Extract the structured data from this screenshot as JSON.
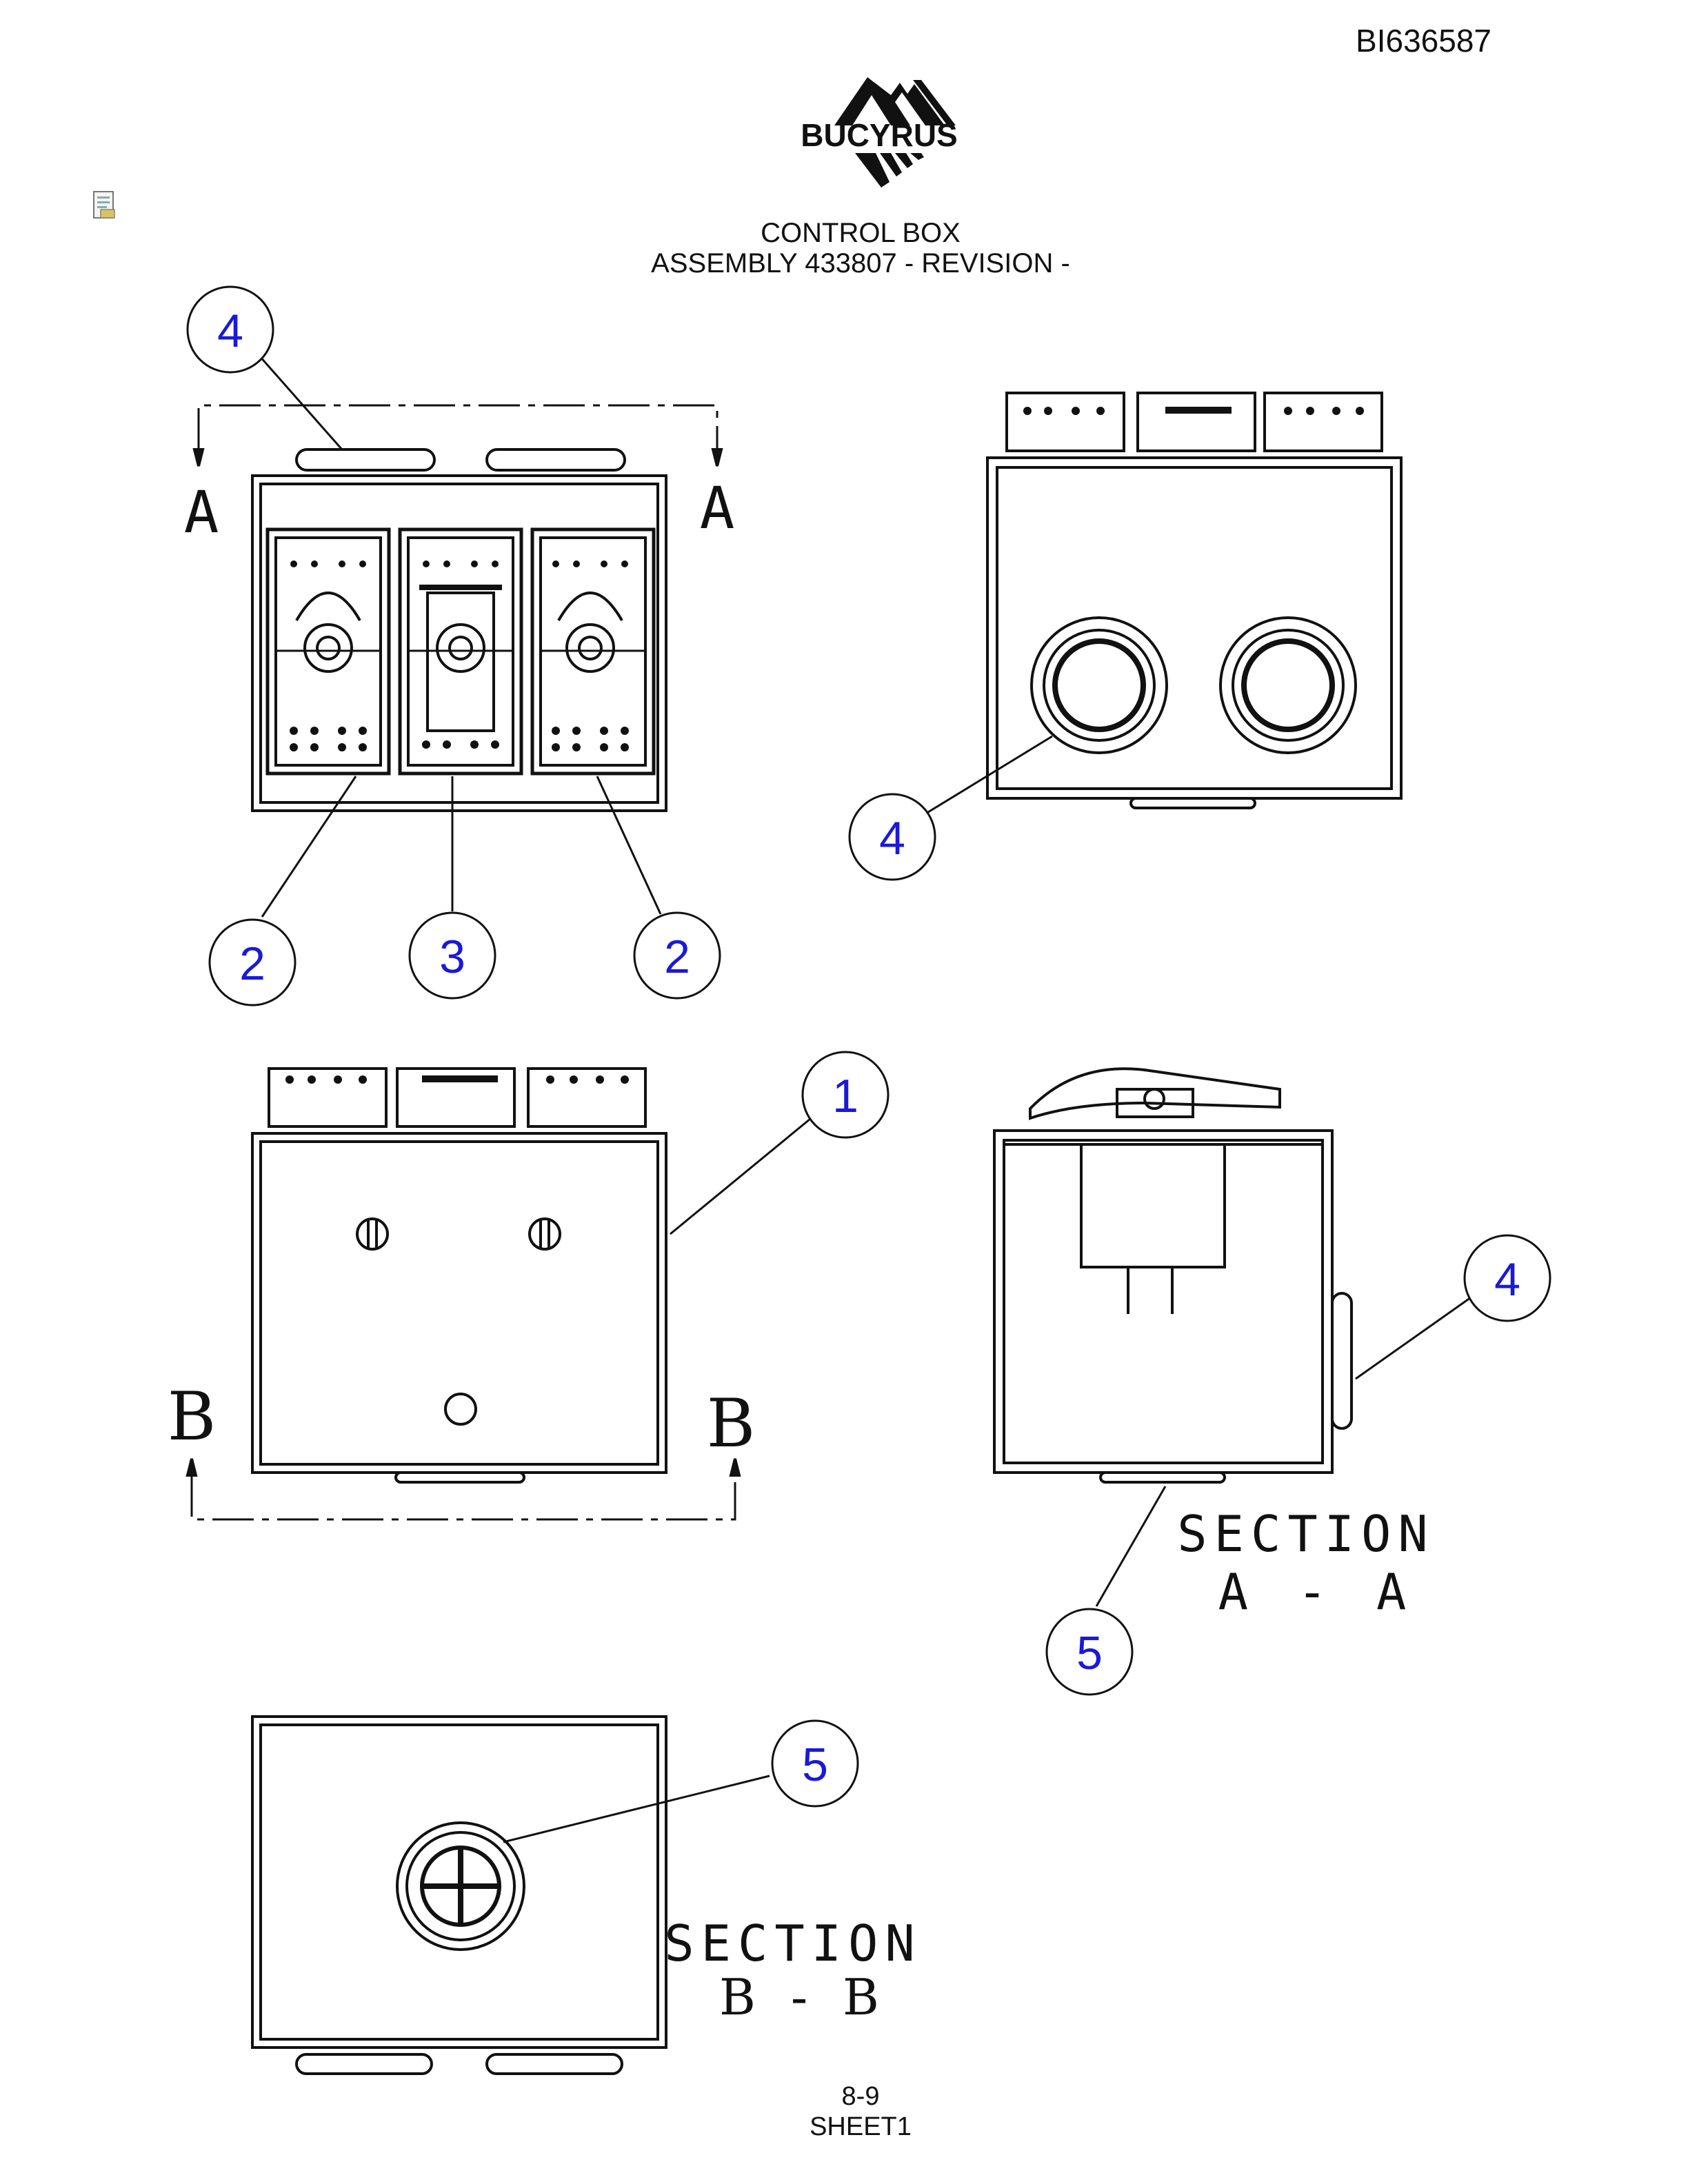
{
  "header": {
    "doc_number": "BI636587",
    "brand": "BUCYRUS",
    "title_line1": "CONTROL BOX",
    "title_line2": "ASSEMBLY 433807 - REVISION -"
  },
  "icons": {
    "document": "document-icon",
    "logo": "bucyrus-logo"
  },
  "balloons": {
    "front_top_4": "4",
    "front_left_2": "2",
    "front_mid_3": "3",
    "front_right_2": "2",
    "side_4": "4",
    "bottom_1": "1",
    "section_a_4": "4",
    "section_a_5": "5",
    "section_b_5": "5"
  },
  "section_markers": {
    "a_left": "A",
    "a_right": "A",
    "b_left": "B",
    "b_right": "B"
  },
  "section_titles": {
    "a_word": "SECTION",
    "a_letters": "A - A",
    "b_word": "SECTION",
    "b_letters": "B - B"
  },
  "footer": {
    "page": "8-9",
    "sheet": "SHEET1"
  },
  "colors": {
    "balloon_text": "#1a1ad6",
    "line": "#111111"
  }
}
